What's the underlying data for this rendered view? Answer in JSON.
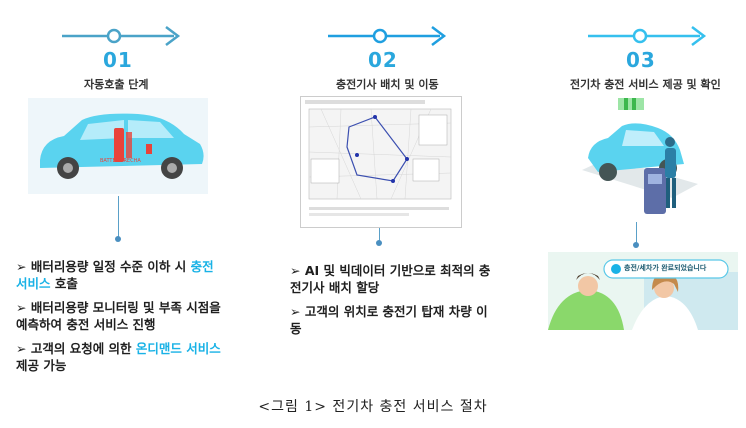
{
  "steps": [
    {
      "num": "01",
      "title": "자동호출 단계",
      "car_text": "BATTERY RECHA",
      "bullets": [
        {
          "pre": "배터리용량 일정 수준 이하 시 ",
          "hl": "충전 서비스",
          "post": " 호출"
        },
        {
          "pre": "배터리용량 모니터링 및 부족 시점을 예측하여 충전 서비스 진행",
          "hl": "",
          "post": ""
        },
        {
          "pre": "고객의 요청에 의한 ",
          "hl": "온디맨드 서비스",
          "post": " 제공 가능"
        }
      ]
    },
    {
      "num": "02",
      "title": "충전기사 배치 및 이동",
      "bullets": [
        {
          "pre": "AI 및 빅데이터 기반으로 최적의 충전기사 배치 할당",
          "hl": "",
          "post": ""
        },
        {
          "pre": "고객의 위치로 충전기 탑재 차량 이동",
          "hl": "",
          "post": ""
        }
      ]
    },
    {
      "num": "03",
      "title": "전기차 충전 서비스 제공 및 확인",
      "bubble_text": "충전/세차가 완료되었습니다",
      "bullets": []
    }
  ],
  "bullet_marker": "➢",
  "caption": "<그림 1> 전기차 충전 서비스 절차",
  "colors": {
    "accent": "#19b2e6",
    "arrow1": "#4aa3c8",
    "arrow2": "#1f9fe0",
    "arrow3": "#35c0ee",
    "car": "#5ad3ef"
  }
}
